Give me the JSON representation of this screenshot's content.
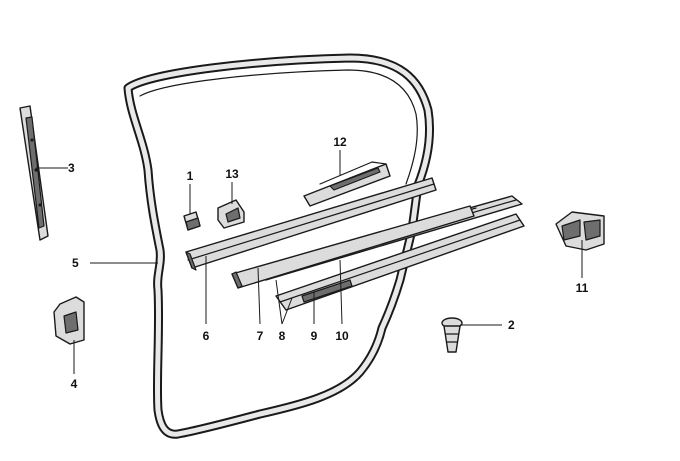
{
  "diagram": {
    "callouts": {
      "c1": "1",
      "c2": "2",
      "c3": "3",
      "c4": "4",
      "c5": "5",
      "c6": "6",
      "c7": "7",
      "c8": "8",
      "c9": "9",
      "c10": "10",
      "c11": "11",
      "c12": "12",
      "c13": "13"
    },
    "colors": {
      "line": "#1a1a1a",
      "background": "#ffffff",
      "shading": "#dcdcdc"
    }
  }
}
